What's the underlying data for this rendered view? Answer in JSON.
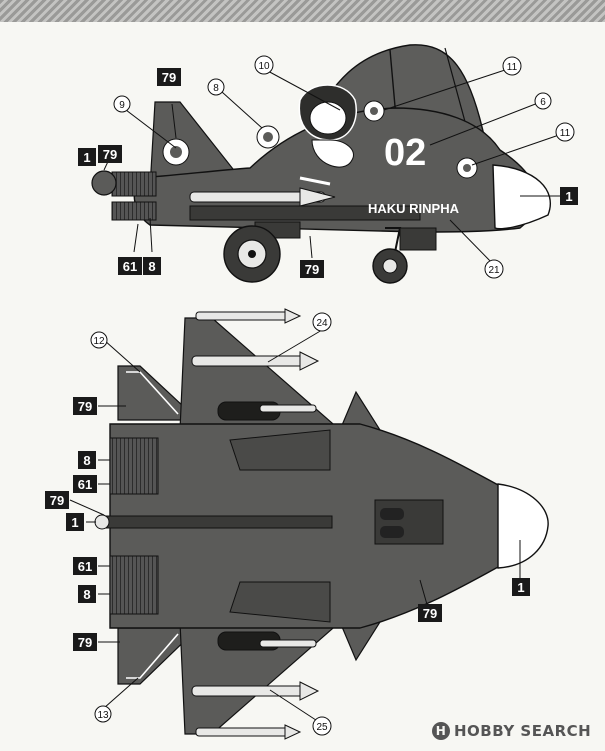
{
  "callouts": {
    "side": {
      "sq_79_top": "79",
      "sq_1_left": "1",
      "sq_79_left": "79",
      "sq_1_right": "1",
      "sq_61": "61",
      "sq_8": "8",
      "sq_79_bottom": "79",
      "c_9": "9",
      "c_8": "8",
      "c_10": "10",
      "c_11_top": "11",
      "c_6": "6",
      "c_11_right": "11",
      "c_21": "21"
    },
    "top": {
      "c_12": "12",
      "c_24": "24",
      "sq_79_a": "79",
      "sq_8_a": "8",
      "sq_61_a": "61",
      "sq_79_b": "79",
      "sq_1": "1",
      "sq_61_b": "61",
      "sq_8_b": "8",
      "sq_79_c": "79",
      "c_13": "13",
      "c_25": "25",
      "sq_1_nose": "1",
      "sq_79_right": "79"
    }
  },
  "markings": {
    "number": "02",
    "name": "HAKU RINPHA"
  },
  "watermark": {
    "text": "HOBBY SEARCH"
  },
  "colors": {
    "body": "#5b5b59",
    "dark": "#3a3a38",
    "outline": "#111111",
    "label_bg": "#1a1a1a",
    "nose": "#ffffff"
  }
}
